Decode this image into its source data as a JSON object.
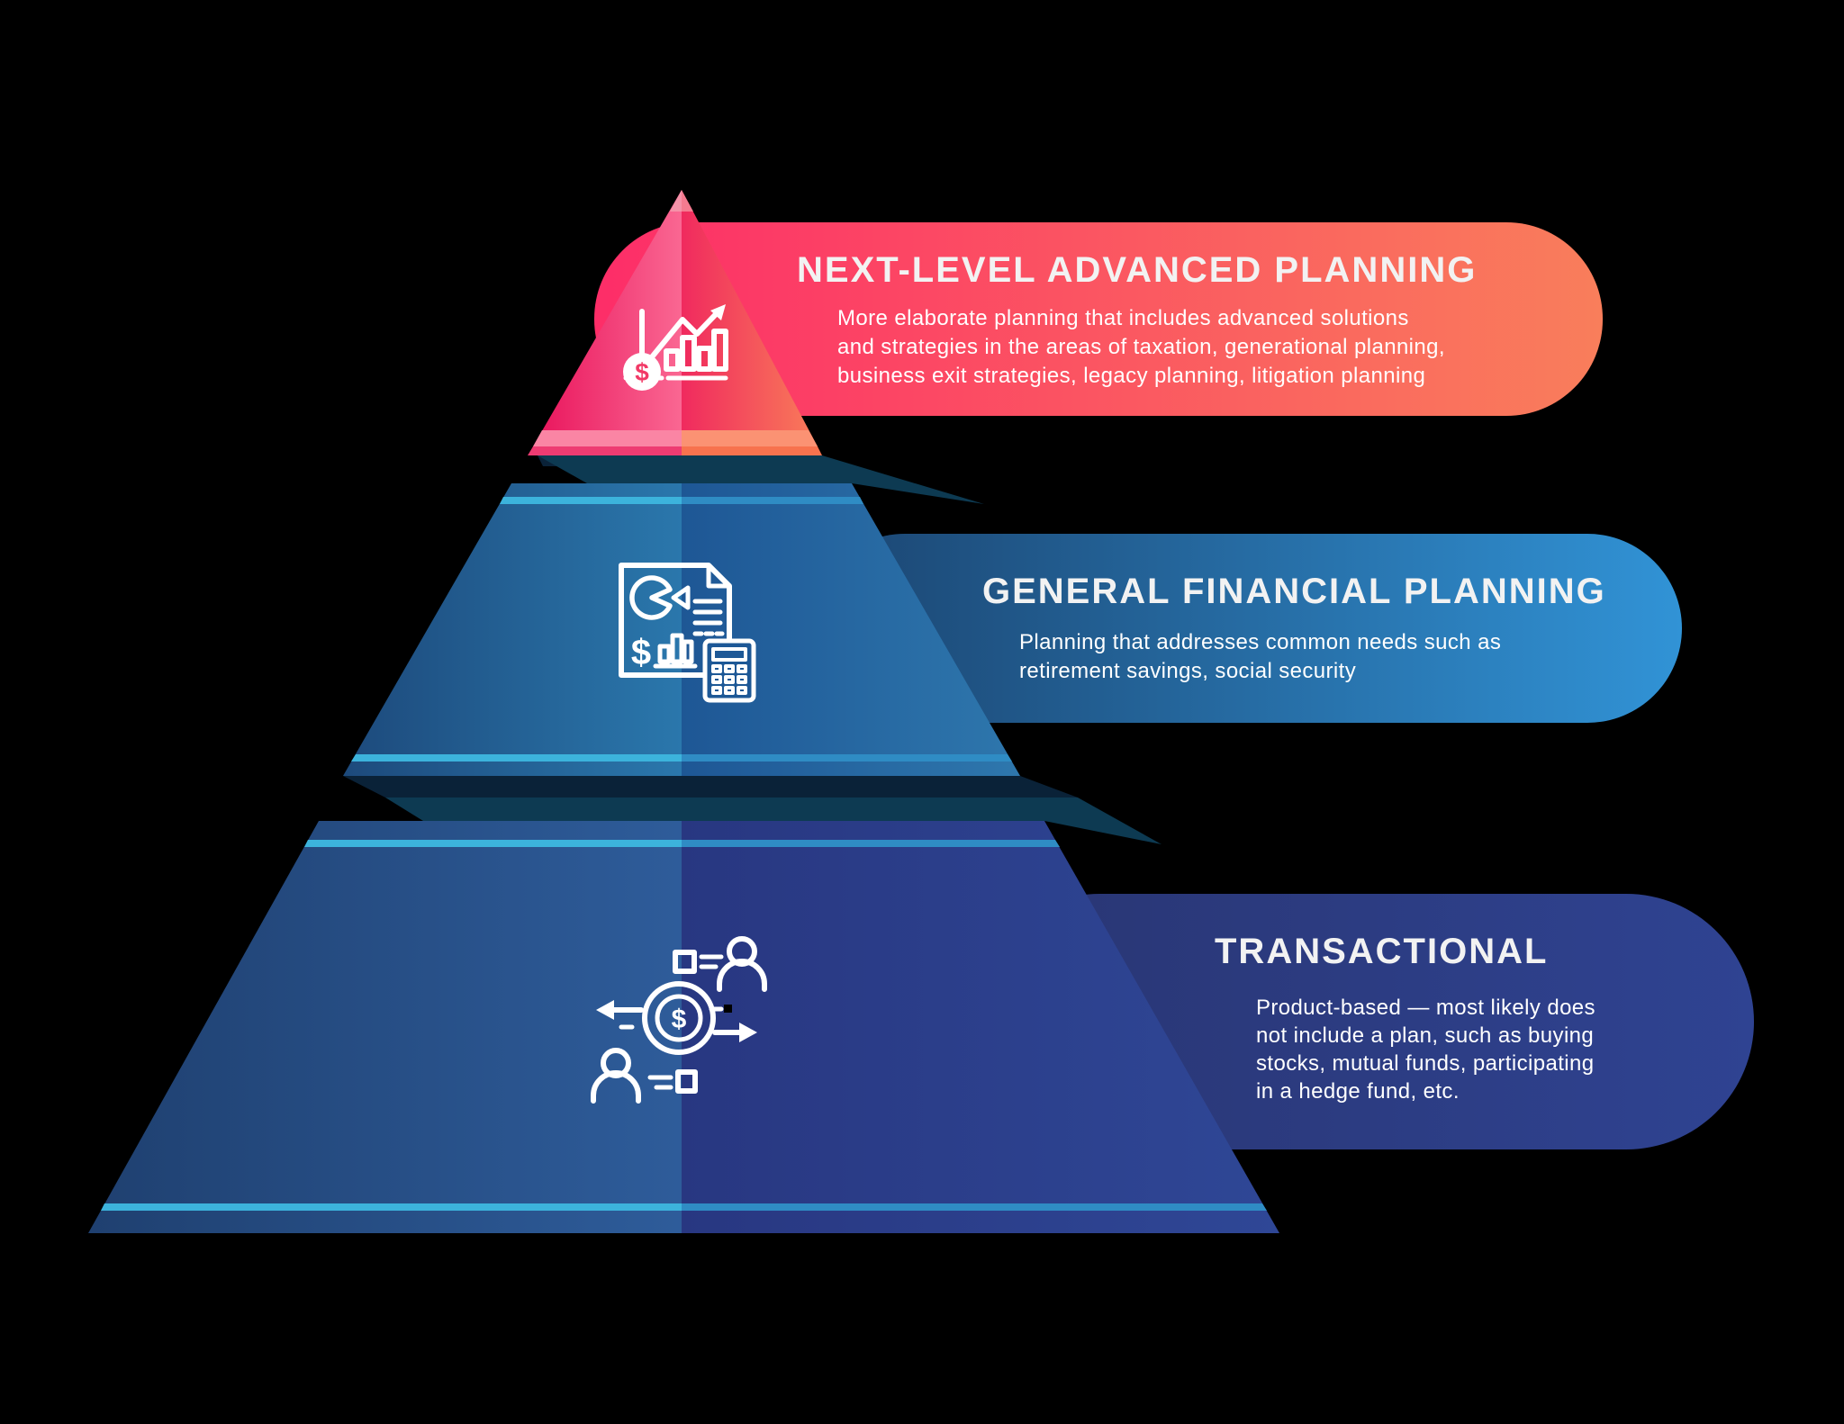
{
  "diagram": {
    "type": "pyramid-infographic",
    "levels": [
      {
        "id": "next-level-advanced-planning",
        "title": "NEXT-LEVEL ADVANCED PLANNING",
        "desc_lines": [
          "More elaborate planning that includes advanced solutions",
          "and strategies in the areas of taxation, generational planning,",
          "business exit strategies, legacy planning, litigation planning"
        ],
        "icon": "coin-growth-chart-icon"
      },
      {
        "id": "general-financial-planning",
        "title": "GENERAL FINANCIAL PLANNING",
        "desc_lines": [
          "Planning that addresses common needs such as",
          "retirement savings, social security"
        ],
        "icon": "financial-report-calculator-icon"
      },
      {
        "id": "transactional",
        "title": "TRANSACTIONAL",
        "desc_lines": [
          "Product-based — most likely does",
          "not include a plan, such as buying",
          "stocks, mutual funds, participating",
          "in a hedge fund, etc."
        ],
        "icon": "money-transfer-people-icon"
      }
    ]
  },
  "icons": {
    "dollar": "$"
  },
  "colors": {
    "background": "#000000",
    "title_text": "#f2f2f2",
    "desc_text": "#ffffff",
    "icon_stroke": "#ffffff",
    "icon_dollar_pink": "#f23a67",
    "banner_top_left": "#fd2d68",
    "banner_top_right": "#f97e5b",
    "banner_mid_left": "#1b4470",
    "banner_mid_right": "#3193d6",
    "banner_bot_left": "#293572",
    "banner_bot_right": "#2f4392",
    "tri_left_outer": "#e9145c",
    "tri_left_fold": "#fa6792",
    "tri_right_fold": "#f02a5e",
    "tri_right_outer": "#f97c59",
    "tri_cap_left": "#f592a9",
    "tri_cap_right": "#f47b90",
    "tri_lip_left": "#fa85a4",
    "tri_lip_right": "#fb9273",
    "tri_lip2_left": "#ee3b72",
    "tri_lip2_right": "#f7724e",
    "mid_left_outer": "#1d4a7c",
    "mid_left_fold": "#2a77ac",
    "mid_right_fold": "#1e5795",
    "mid_right_outer": "#2e77ad",
    "bot_left_outer": "#1f4070",
    "bot_left_fold": "#2e5c9a",
    "bot_right_fold": "#283781",
    "bot_right_outer": "#2f4796",
    "stripe_light": "#3cb3dc",
    "stripe_dark": "#2f8cc4",
    "shadow_dark": "#0a2238",
    "shadow_teal": "#0d3a52",
    "calc_fill": "#1d5896",
    "icon_black_square": "#000000"
  }
}
